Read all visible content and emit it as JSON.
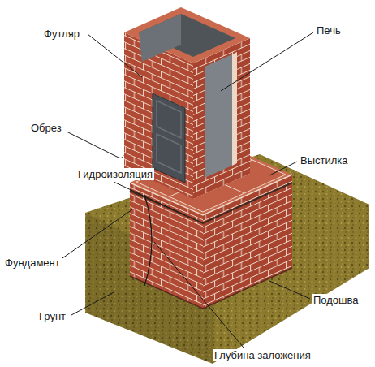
{
  "diagram": {
    "labels": [
      "Футляр",
      "Печь",
      "Обрез",
      "Выстилка",
      "Гидроизоляция",
      "Фундамент",
      "Подошва",
      "Грунт",
      "Глубина заложения"
    ]
  }
}
